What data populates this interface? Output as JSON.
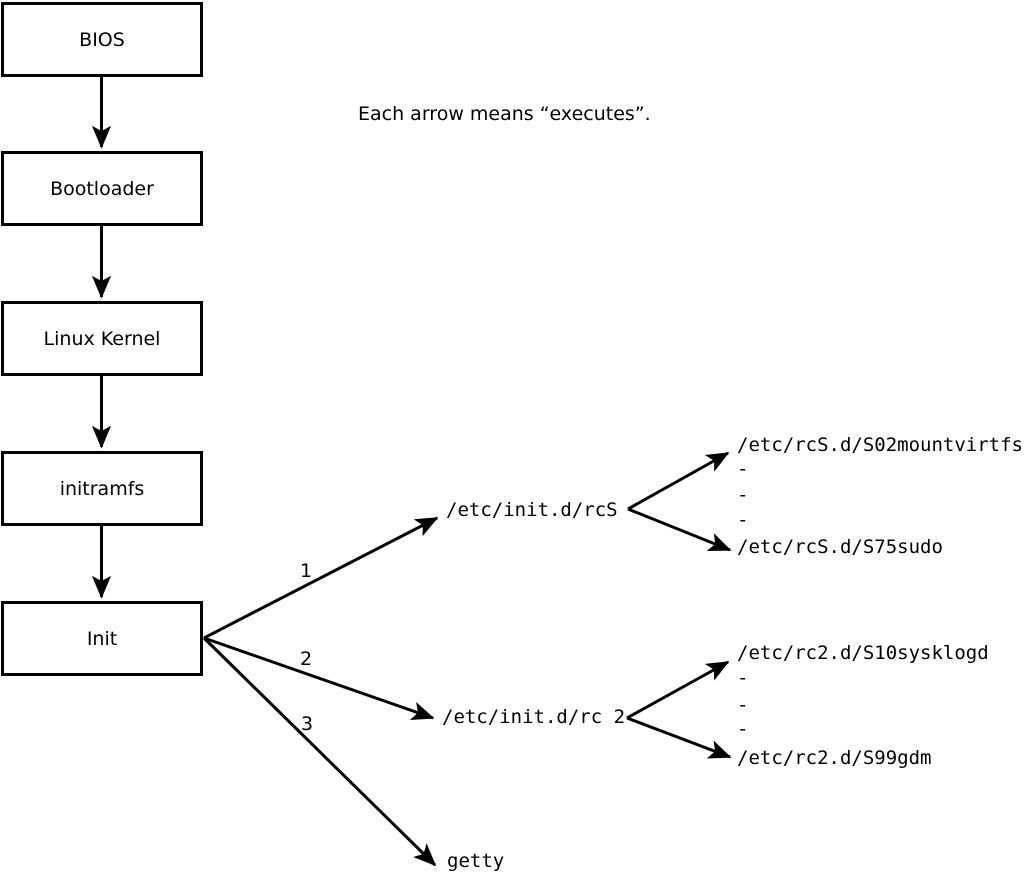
{
  "note": "Each arrow means “executes”.",
  "boot_chain": [
    {
      "label": "BIOS"
    },
    {
      "label": "Bootloader"
    },
    {
      "label": "Linux Kernel"
    },
    {
      "label": "initramfs"
    },
    {
      "label": "Init"
    }
  ],
  "init_arrows": [
    {
      "number": "1",
      "target": "/etc/init.d/rcS"
    },
    {
      "number": "2",
      "target": "/etc/init.d/rc 2"
    },
    {
      "number": "3",
      "target": "getty"
    }
  ],
  "rcS_scripts": [
    "/etc/rcS.d/S02mountvirtfs",
    "-",
    "-",
    "-",
    "/etc/rcS.d/S75sudo"
  ],
  "rc2_scripts": [
    "/etc/rc2.d/S10sysklogd",
    "-",
    "-",
    "-",
    "/etc/rc2.d/S99gdm"
  ],
  "colors": {
    "line": "#000000",
    "background": "#ffffff",
    "text": "#000000"
  }
}
